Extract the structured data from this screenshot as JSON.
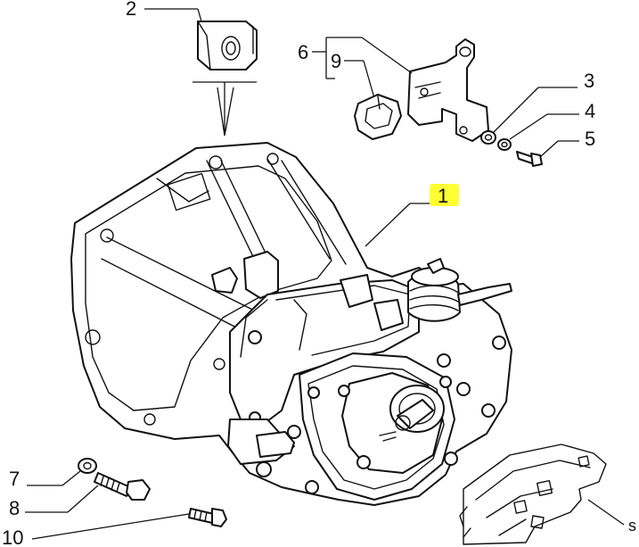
{
  "diagram": {
    "callouts": [
      {
        "id": "2",
        "text": "2"
      },
      {
        "id": "6",
        "text": "6"
      },
      {
        "id": "9",
        "text": "9"
      },
      {
        "id": "3",
        "text": "3"
      },
      {
        "id": "4",
        "text": "4"
      },
      {
        "id": "5",
        "text": "5"
      },
      {
        "id": "1",
        "text": "1",
        "highlighted": true
      },
      {
        "id": "7",
        "text": "7"
      },
      {
        "id": "8",
        "text": "8"
      },
      {
        "id": "10",
        "text": "10"
      },
      {
        "id": "s",
        "text": "s"
      }
    ],
    "colors": {
      "ink": "#111111",
      "highlight": "#ffff33",
      "background": "#ffffff"
    }
  }
}
